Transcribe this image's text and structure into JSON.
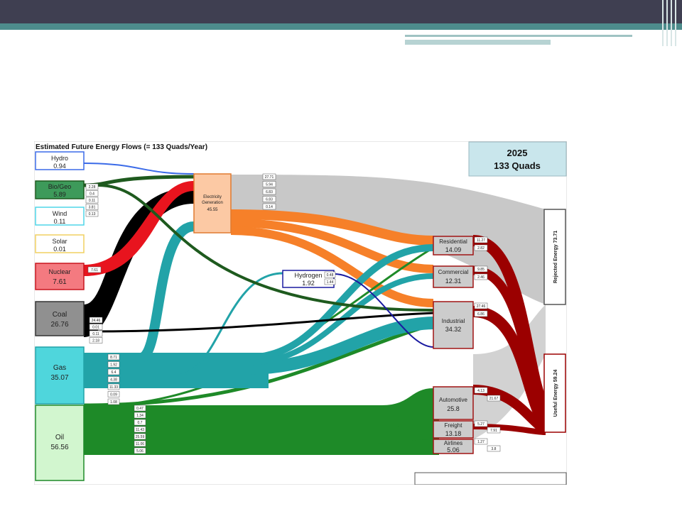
{
  "title": "Estimated Future Energy Flows  (= 133 Quads/Year)",
  "year_box": {
    "year": "2025",
    "total": "133 Quads"
  },
  "colors": {
    "header_dark": "#3f3f51",
    "header_teal": "#4d8c8c",
    "rejected_flow": "#c8c8c8",
    "electric_flow": "#f68029",
    "useful_flow": "#9b0000",
    "oil": "#1e8a28",
    "gas": "#22a3a8",
    "coal": "#000000",
    "nuclear": "#e8141e",
    "biogeo": "#1e5a1e",
    "hydro": "#3b6be8",
    "hydrogen": "#1a1aa0"
  },
  "sources": [
    {
      "name": "Hydro",
      "value": "0.94"
    },
    {
      "name": "Bio/Geo",
      "value": "5.89"
    },
    {
      "name": "Wind",
      "value": "0.11"
    },
    {
      "name": "Solar",
      "value": "0.01"
    },
    {
      "name": "Nuclear",
      "value": "7.61"
    },
    {
      "name": "Coal",
      "value": "26.76"
    },
    {
      "name": "Gas",
      "value": "35.07"
    },
    {
      "name": "Oil",
      "value": "56.56"
    }
  ],
  "electricity": {
    "name": "Electricity\nGeneration",
    "value": "45.55"
  },
  "hydrogen": {
    "name": "Hydrogen",
    "value": "1.92"
  },
  "sectors": [
    {
      "name": "Residential",
      "value": "14.09"
    },
    {
      "name": "Commercial",
      "value": "12.31"
    },
    {
      "name": "Industrial",
      "value": "34.32"
    },
    {
      "name": "Automotive",
      "value": "25.8"
    },
    {
      "name": "Freight",
      "value": "13.18"
    },
    {
      "name": "Airlines",
      "value": "5.06"
    }
  ],
  "rejected": {
    "name": "Rejected Energy",
    "value": "73.71"
  },
  "useful": {
    "name": "Useful Energy",
    "value": "59.24"
  },
  "flow_labels": {
    "biogeo": [
      "2.28",
      "0.4",
      "0.11",
      "3.81",
      "0.13"
    ],
    "nuclear": [
      "7.61"
    ],
    "coal": [
      "24.46",
      "0.01",
      "0.11",
      "2.18"
    ],
    "gas": [
      "8.71",
      "1.92",
      "6.4",
      "4.38",
      "11.33",
      "0.09",
      "1.08"
    ],
    "oil": [
      "0.47",
      "1.34",
      "0.7",
      "11.43",
      "25.59",
      "11.06",
      "5.06"
    ],
    "electricity": [
      "27.71",
      "5.94",
      "6.83",
      "6.83",
      "0.14"
    ],
    "hydrogen": [
      "0.48",
      "1.44"
    ],
    "residential": [
      "11.27",
      "2.82"
    ],
    "commercial": [
      "9.85",
      "2.46"
    ],
    "industrial": [
      "27.46",
      "6.86"
    ],
    "automotive": [
      "4.13",
      "21.67"
    ],
    "freight": [
      "5.27",
      "7.91"
    ],
    "airlines": [
      "1.27",
      "3.8"
    ]
  }
}
